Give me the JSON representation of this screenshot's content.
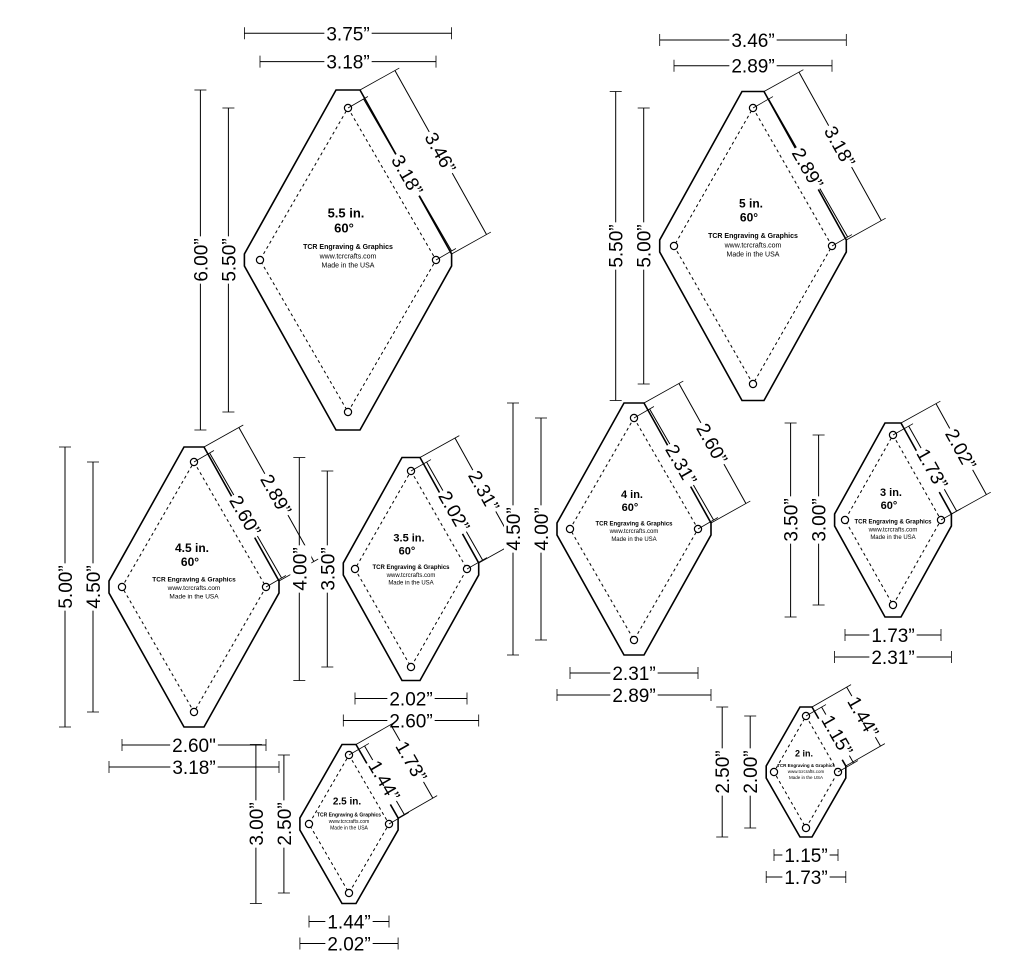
{
  "templates": [
    {
      "id": "t55",
      "size": "5.5 in.",
      "angle": "60°",
      "brand": "TCR Engraving & Graphics",
      "url": "www.tcrcrafts.com",
      "made": "Made in the USA",
      "dims": {
        "outer_width": "3.75”",
        "inner_width": "3.18”",
        "outer_side": "3.46”",
        "inner_side": "3.18”",
        "outer_height": "6.00”",
        "inner_height": "5.50”"
      }
    },
    {
      "id": "t5",
      "size": "5 in.",
      "angle": "60°",
      "brand": "TCR Engraving & Graphics",
      "url": "www.tcrcrafts.com",
      "made": "Made in the USA",
      "dims": {
        "outer_width": "3.46”",
        "inner_width": "2.89”",
        "outer_side": "3.18”",
        "inner_side": "2.89”",
        "outer_height": "5.50”",
        "inner_height": "5.00”"
      }
    },
    {
      "id": "t45",
      "size": "4.5 in.",
      "angle": "60°",
      "brand": "TCR Engraving & Graphics",
      "url": "www.tcrcrafts.com",
      "made": "Made in the USA",
      "dims": {
        "outer_width": "3.18”",
        "inner_width": "2.60\"",
        "outer_side": "2.89”",
        "inner_side": "2.60”",
        "outer_height": "5.00”",
        "inner_height": "4.50”"
      }
    },
    {
      "id": "t35",
      "size": "3.5 in.",
      "angle": "60°",
      "brand": "TCR Engraving & Graphics",
      "url": "www.tcrcrafts.com",
      "made": "Made in the USA",
      "dims": {
        "outer_width": "2.60”",
        "inner_width": "2.02”",
        "outer_side": "2.31”",
        "inner_side": "2.02”",
        "outer_height": "4.00”",
        "inner_height": "3.50”"
      }
    },
    {
      "id": "t4",
      "size": "4 in.",
      "angle": "60°",
      "brand": "TCR Engraving & Graphics",
      "url": "www.tcrcrafts.com",
      "made": "Made in the USA",
      "dims": {
        "outer_width": "2.89”",
        "inner_width": "2.31”",
        "outer_side": "2.60”",
        "inner_side": "2.31”",
        "outer_height": "4.50”",
        "inner_height": "4.00”"
      }
    },
    {
      "id": "t3",
      "size": "3 in.",
      "angle": "60°",
      "brand": "TCR Engraving & Graphics",
      "url": "www.tcrcrafts.com",
      "made": "Made in the USA",
      "dims": {
        "outer_width": "2.31”",
        "inner_width": "1.73”",
        "outer_side": "2.02”",
        "inner_side": "1.73”",
        "outer_height": "3.50”",
        "inner_height": "3.00”"
      }
    },
    {
      "id": "t25",
      "size": "2.5 in.",
      "angle": "",
      "brand": "TCR Engraving & Graphics",
      "url": "www.tcrcrafts.com",
      "made": "Made in the USA",
      "dims": {
        "outer_width": "2.02”",
        "inner_width": "1.44”",
        "outer_side": "1.73”",
        "inner_side": "1.44”",
        "outer_height": "3.00”",
        "inner_height": "2.50”"
      }
    },
    {
      "id": "t2",
      "size": "2 in.",
      "angle": "",
      "brand": "TCR Engraving & Graphics",
      "url": "www.tcrcrafts.com",
      "made": "Made in the USA",
      "dims": {
        "outer_width": "1.73”",
        "inner_width": "1.15”",
        "outer_side": "1.44”",
        "inner_side": "1.15”",
        "outer_height": "2.50”",
        "inner_height": "2.00”"
      }
    }
  ]
}
